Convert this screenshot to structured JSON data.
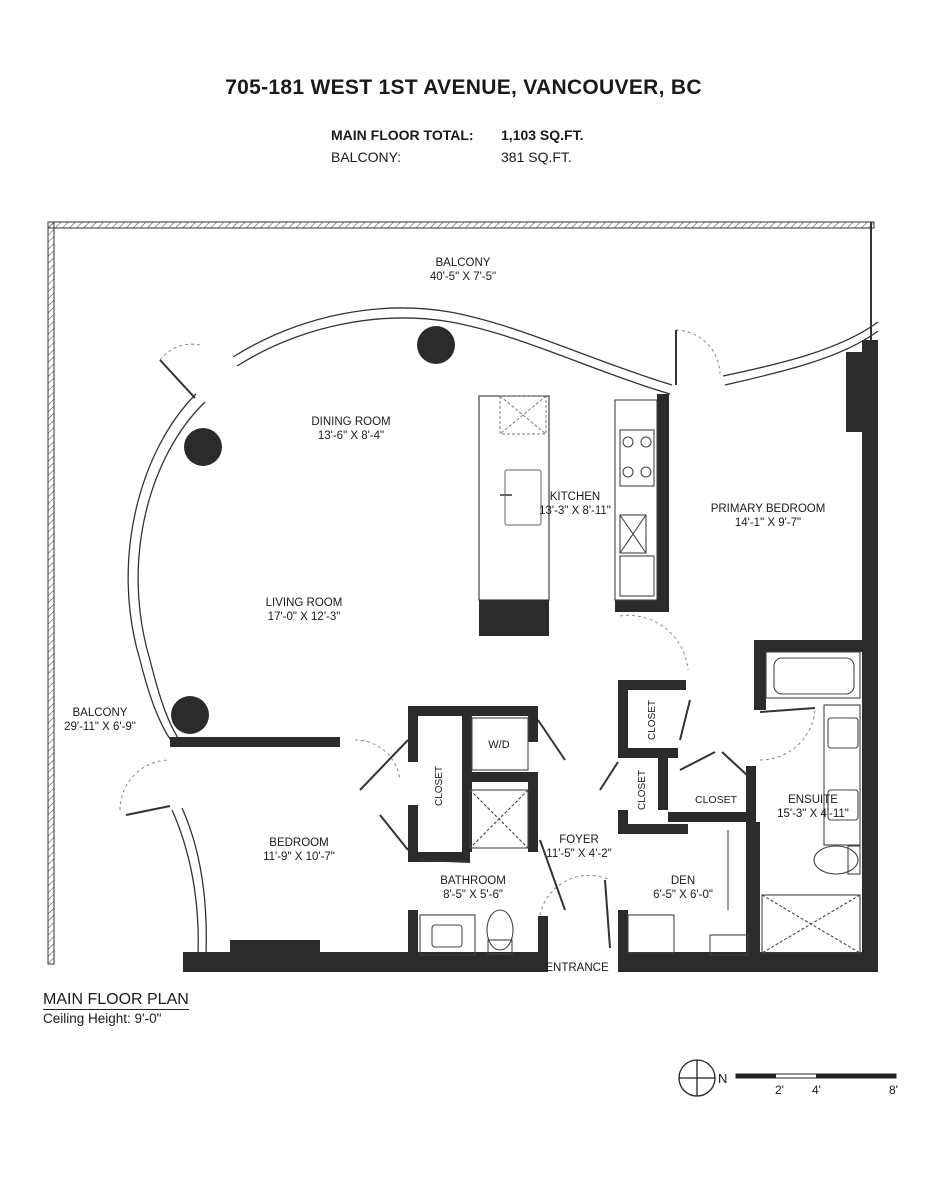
{
  "header": {
    "title": "705-181 WEST 1ST AVENUE, VANCOUVER, BC",
    "main_floor_label": "MAIN FLOOR TOTAL:",
    "main_floor_value": "1,103 SQ.FT.",
    "balcony_label": "BALCONY:",
    "balcony_value": "381 SQ.FT."
  },
  "rooms": {
    "balcony_top": {
      "name": "BALCONY",
      "dims": "40'-5\" X 7'-5\""
    },
    "dining": {
      "name": "DINING ROOM",
      "dims": "13'-6\" X 8'-4\""
    },
    "kitchen": {
      "name": "KITCHEN",
      "dims": "13'-3\" X 8'-11\""
    },
    "primary": {
      "name": "PRIMARY BEDROOM",
      "dims": "14'-1\" X 9'-7\""
    },
    "living": {
      "name": "LIVING ROOM",
      "dims": "17'-0\" X 12'-3\""
    },
    "balcony_side": {
      "name": "BALCONY",
      "dims": "29'-11\" X 6'-9\""
    },
    "bedroom": {
      "name": "BEDROOM",
      "dims": "11'-9\" X 10'-7\""
    },
    "closet_a": {
      "name": "CLOSET"
    },
    "wd": {
      "name": "W/D"
    },
    "closet_b": {
      "name": "CLOSET"
    },
    "closet_c": {
      "name": "CLOSET"
    },
    "closet_d": {
      "name": "CLOSET"
    },
    "foyer": {
      "name": "FOYER",
      "dims": "11'-5\" X 4'-2\""
    },
    "ensuite": {
      "name": "ENSUITE",
      "dims": "15'-3\" X 4'-11\""
    },
    "bathroom": {
      "name": "BATHROOM",
      "dims": "8'-5\" X 5'-6\""
    },
    "den": {
      "name": "DEN",
      "dims": "6'-5\" X 6'-0\""
    },
    "entrance": {
      "name": "ENTRANCE"
    }
  },
  "footer": {
    "plan_title": "MAIN FLOOR PLAN",
    "ceiling": "Ceiling Height: 9'-0\""
  },
  "scale": {
    "north": "N",
    "ticks": [
      "2'",
      "4'",
      "8'"
    ]
  },
  "colors": {
    "wall": "#2b2b2b",
    "line": "#333333",
    "background": "#ffffff"
  },
  "icons": {
    "north": "north-arrow-icon"
  }
}
